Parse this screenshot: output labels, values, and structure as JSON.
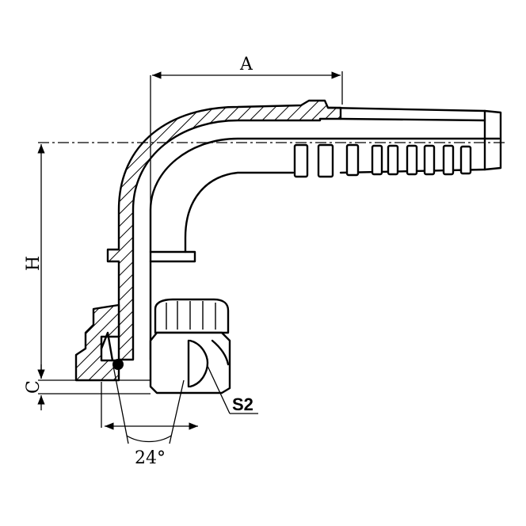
{
  "labels": {
    "dim_a": "A",
    "dim_h": "H",
    "dim_c": "C",
    "hex_size": "S2",
    "seat_angle": "24°"
  }
}
